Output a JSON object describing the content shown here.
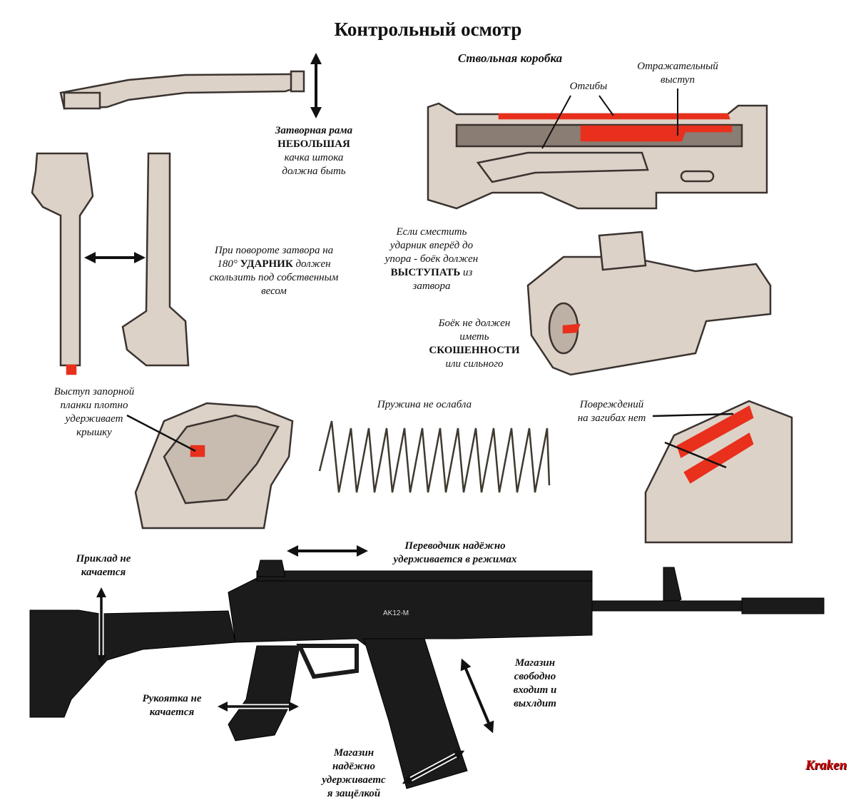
{
  "title": "Контрольный осмотр",
  "labels": {
    "receiver": "Ствольная коробка",
    "reflector_1": "Отражательный",
    "reflector_2": "выступ",
    "bends": "Отгибы",
    "carrier_1": "Затворная рама",
    "carrier_2": "НЕБОЛЬШАЯ",
    "carrier_3": "качка штока",
    "carrier_4": "должна быть",
    "firing_pin_rot_1": "При повороте затвора на",
    "firing_pin_rot_2a": "180°",
    "firing_pin_rot_2b": "УДАРНИК",
    "firing_pin_rot_2c": "должен",
    "firing_pin_rot_3": "скользить под собственным",
    "firing_pin_rot_4": "весом",
    "protrude_1": "Если сместить",
    "protrude_2": "ударник вперёд до",
    "protrude_3": "упора - боёк должен",
    "protrude_4a": "ВЫСТУПАТЬ",
    "protrude_4b": "из",
    "protrude_5": "затвора",
    "striker_1": "Боёк не должен",
    "striker_2": "иметь",
    "striker_3": "СКОШЕННОСТИ",
    "striker_4": "или сильного",
    "latch_1": "Выступ запорной",
    "latch_2": "планки плотно",
    "latch_3": "удерживает",
    "latch_4": "крышку",
    "spring": "Пружина не ослабла",
    "damage_1": "Повреждений",
    "damage_2": "на загибах нет",
    "stock_1": "Приклад не",
    "stock_2": "качается",
    "selector_1": "Переводчик надёжно",
    "selector_2": "удерживается в режимах",
    "grip_1": "Рукоятка не",
    "grip_2": "качается",
    "mag_in_1": "Магазин",
    "mag_in_2": "свободно",
    "mag_in_3": "входит и",
    "mag_in_4": "выхлдит",
    "mag_hold_1": "Магазин",
    "mag_hold_2": "надёжно",
    "mag_hold_3": "удерживаетс",
    "mag_hold_4": "я защёлкой",
    "rifle_marking": "AK12-M",
    "logo": "Kraken"
  },
  "colors": {
    "part_fill": "#ddd2c8",
    "outline": "#3a3330",
    "highlight": "#e8301c",
    "rifle": "#1b1b1b"
  }
}
